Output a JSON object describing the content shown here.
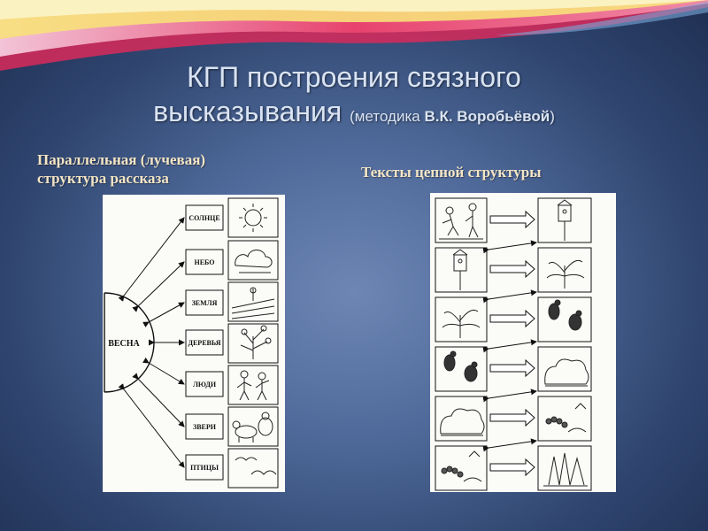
{
  "slide": {
    "title_line1_caps": "КГП",
    "title_line1_rest": " построения связного",
    "title_line2_main": "высказывания ",
    "title_line2_open": "(методика ",
    "title_line2_author": "В.К. Воробьёвой",
    "title_line2_close": ")"
  },
  "left_section": {
    "heading_line1": "Параллельная  (лучевая)",
    "heading_line2": "структура рассказа",
    "center_label": "ВЕСНА",
    "items": [
      {
        "label": "СОЛНЦЕ",
        "icon": "sun-icon"
      },
      {
        "label": "НЕБО",
        "icon": "cloud-icon"
      },
      {
        "label": "ЗЕМЛЯ",
        "icon": "field-icon"
      },
      {
        "label": "ДЕРЕВЬЯ",
        "icon": "tree-icon"
      },
      {
        "label": "ЛЮДИ",
        "icon": "people-icon"
      },
      {
        "label": "ЗВЕРИ",
        "icon": "animals-icon"
      },
      {
        "label": "ПТИЦЫ",
        "icon": "birds-icon"
      }
    ]
  },
  "right_section": {
    "heading": "Тексты цепной структуры",
    "rows": [
      {
        "left_icon": "people-planting-icon",
        "right_icon": "birdhouse-icon"
      },
      {
        "left_icon": "birdhouse-icon",
        "right_icon": "tree-icon"
      },
      {
        "left_icon": "tree-icon",
        "right_icon": "birds-icon"
      },
      {
        "left_icon": "birds-icon",
        "right_icon": "bush-icon"
      },
      {
        "left_icon": "bush-icon",
        "right_icon": "caterpillar-icon"
      },
      {
        "left_icon": "caterpillar-icon",
        "right_icon": "forest-icon"
      }
    ]
  },
  "colors": {
    "background_center": "#6e86b4",
    "background_edge": "#1f2f52",
    "title_text": "#d9e3f2",
    "subheading_text": "#f4e5c5",
    "panel_bg": "#fbfbf8"
  }
}
